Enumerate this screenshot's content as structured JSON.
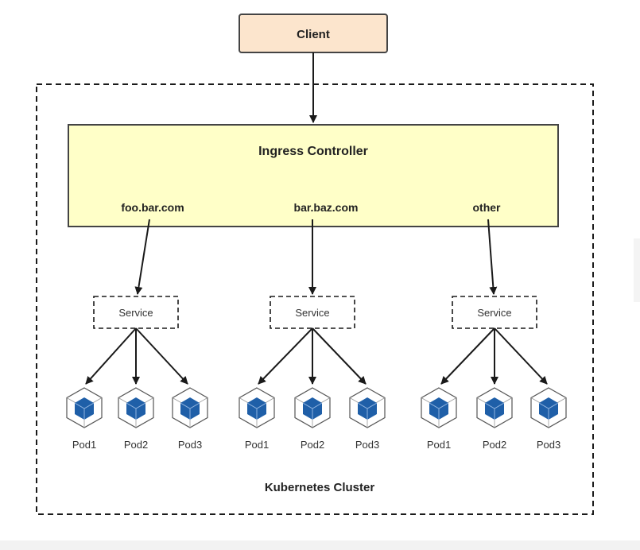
{
  "client": {
    "label": "Client"
  },
  "ingress": {
    "title": "Ingress Controller",
    "hosts": [
      "foo.bar.com",
      "bar.baz.com",
      "other"
    ]
  },
  "services": [
    {
      "label": "Service",
      "pods": [
        "Pod1",
        "Pod2",
        "Pod3"
      ]
    },
    {
      "label": "Service",
      "pods": [
        "Pod1",
        "Pod2",
        "Pod3"
      ]
    },
    {
      "label": "Service",
      "pods": [
        "Pod1",
        "Pod2",
        "Pod3"
      ]
    }
  ],
  "cluster": {
    "label": "Kubernetes Cluster"
  },
  "icons": {
    "pod": "cube-icon"
  },
  "colors": {
    "client_fill": "#fce5cd",
    "ingress_fill": "#ffffc8",
    "pod_blue": "#1f5fa8",
    "line": "#1a1a1a"
  }
}
